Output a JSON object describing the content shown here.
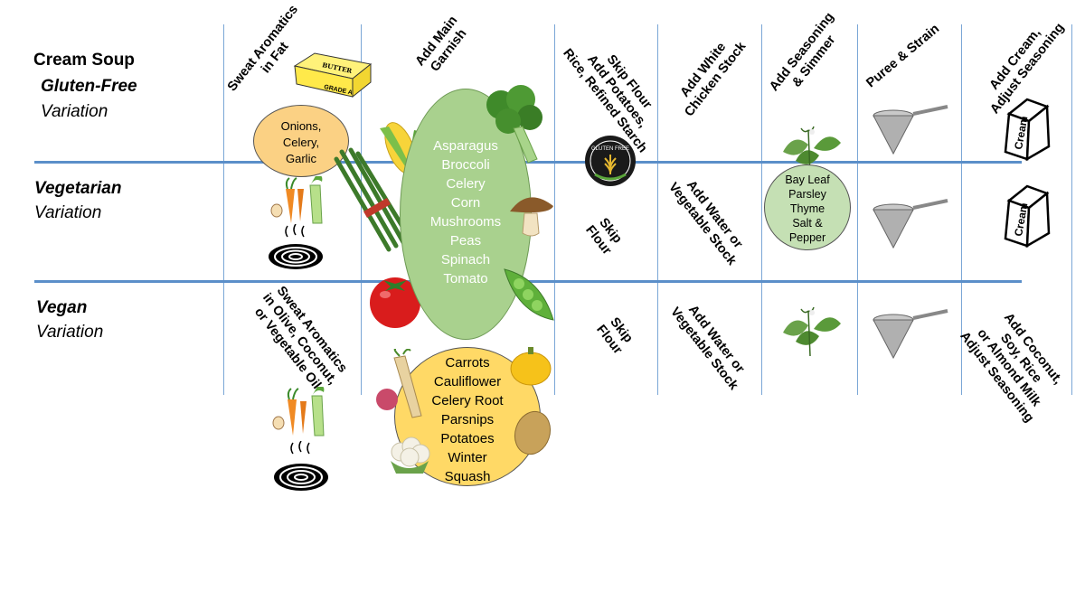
{
  "title_block": {
    "title": "Cream Soup",
    "subtitle": "Gluten-Free",
    "subtitle_suffix": "Variation"
  },
  "rows": [
    {
      "name": "Vegetarian",
      "suffix": "Variation"
    },
    {
      "name": "Vegan",
      "suffix": "Variation"
    }
  ],
  "column_headers": [
    {
      "lines": [
        "Sweat Aromatics",
        "in Fat"
      ]
    },
    {
      "lines": [
        "Add Main",
        "Garnish"
      ]
    },
    {
      "lines": [
        "Skip Flour",
        "Add Potatoes,",
        "Rice, Refined Starch"
      ]
    },
    {
      "lines": [
        "Add White",
        "Chicken Stock"
      ]
    },
    {
      "lines": [
        "Add Seasoning",
        "& Simmer"
      ]
    },
    {
      "lines": [
        "Puree & Strain"
      ]
    },
    {
      "lines": [
        "Add Cream,",
        "Adjust Seasoning"
      ]
    }
  ],
  "aromatics": {
    "lines": [
      "Onions,",
      "Celery,",
      "Garlic"
    ]
  },
  "main_garnish": {
    "items": [
      "Asparagus",
      "Broccoli",
      "Celery",
      "Corn",
      "Mushrooms",
      "Peas",
      "Spinach",
      "Tomato"
    ]
  },
  "root_garnish": {
    "items": [
      "Carrots",
      "Cauliflower",
      "Celery Root",
      "Parsnips",
      "Potatoes",
      "Winter",
      "Squash"
    ]
  },
  "seasoning": {
    "lines": [
      "Bay Leaf",
      "Parsley",
      "Thyme",
      "Salt &",
      "Pepper"
    ]
  },
  "butter_label": "BUTTER",
  "butter_grade": "GRADE A",
  "gluten_free_badge": "GLUTEN FREE",
  "cream_label": "Cream",
  "vegetarian_cells": {
    "skip_flour": [
      "Skip",
      "Flour"
    ],
    "stock": [
      "Add Water or",
      "Vegetable Stock"
    ]
  },
  "vegan_cells": {
    "sweat": [
      "Sweat Aromatics",
      "in Olive, Coconut,",
      "or Vegetable Oil"
    ],
    "skip_flour": [
      "Skip",
      "Flour"
    ],
    "stock": [
      "Add Water or",
      "Vegetable Stock"
    ],
    "cream": [
      "Add Coconut,",
      "Soy, Rice",
      "or Almond Milk",
      "Adjust Seasoning"
    ]
  },
  "colors": {
    "grid_line": "#7aa6d6",
    "row_line": "#5b8fc9",
    "aromatics_fill": "#fbd184",
    "main_garnish_fill": "#a9d18e",
    "root_garnish_fill": "#ffd966",
    "seasoning_fill": "#c5e0b4"
  }
}
